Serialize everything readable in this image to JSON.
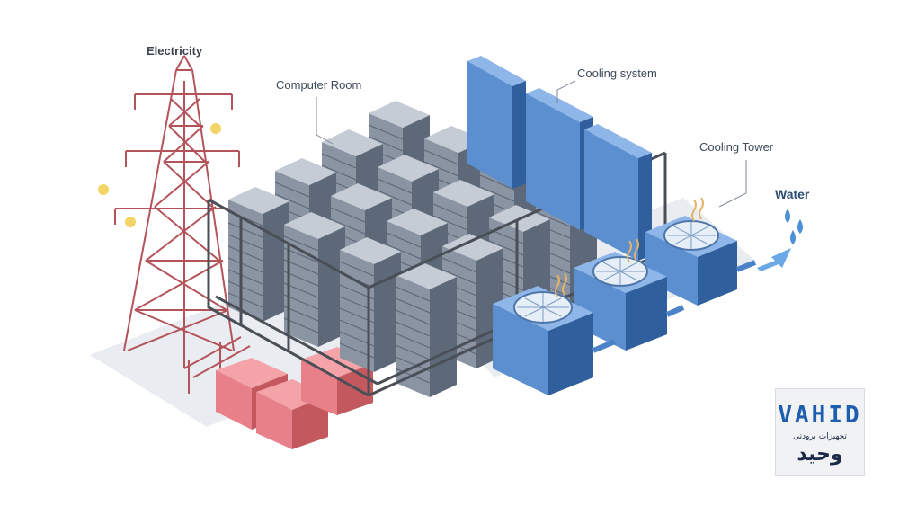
{
  "labels": {
    "electricity": "Electricity",
    "computer_room": "Computer Room",
    "cooling_system": "Cooling system",
    "cooling_tower": "Cooling Tower",
    "water": "Water"
  },
  "logo": {
    "latin": "VAHID",
    "subtitle": "تجهیزات برودتی",
    "persian": "وحید"
  },
  "colors": {
    "tower": "#b5535a",
    "transformer": "#e8808a",
    "rack_top": "#c5ccd6",
    "rack_side": "#5d6878",
    "cooling_blue": "#5b8fd0",
    "cooling_dark": "#2f5f9c",
    "frame": "#4a4f57",
    "floor": "#e9ecf0",
    "water_drop": "#4c90d6"
  }
}
